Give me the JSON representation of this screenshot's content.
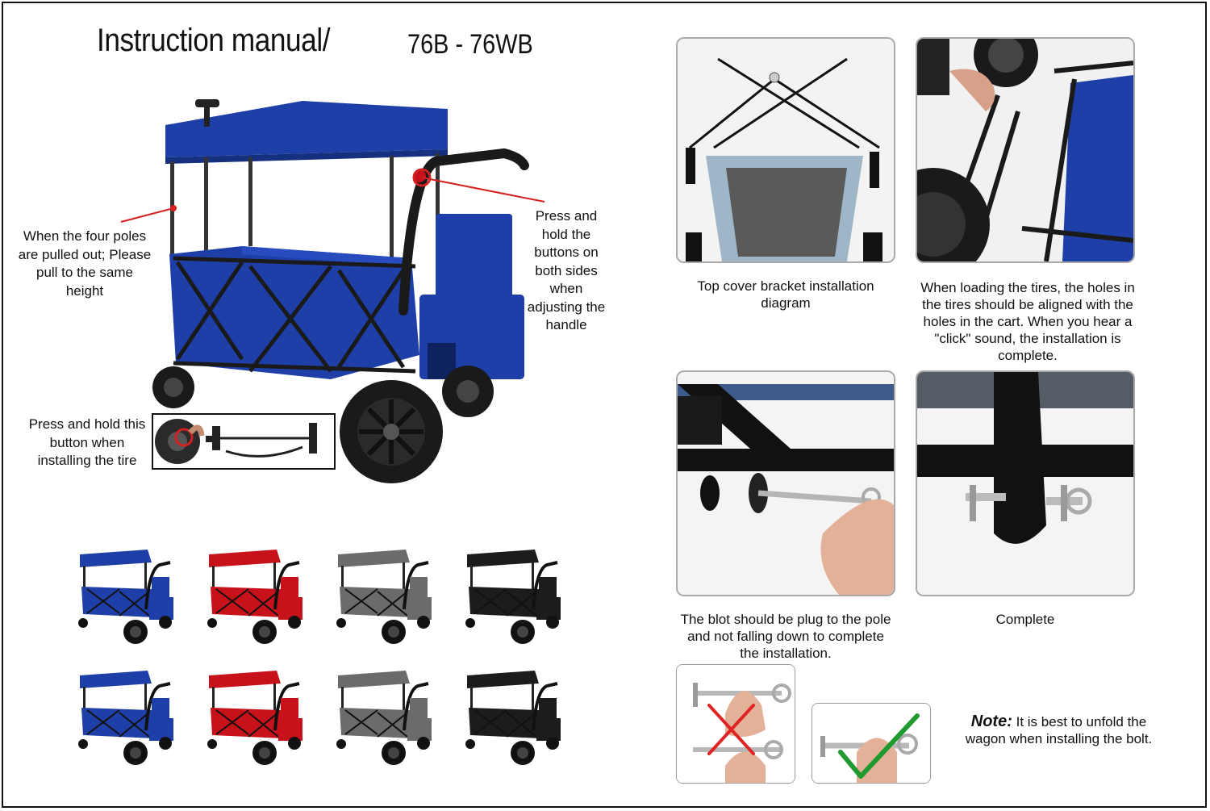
{
  "header": {
    "title": "Instruction manual/",
    "model": "76B - 76WB"
  },
  "callouts": {
    "poles_note": "When the four poles are pulled out; Please pull to the same height",
    "handle_note": "Press and hold the buttons on both sides when adjusting the handle",
    "tire_note": "Press and hold this button when installing the tire"
  },
  "steps": [
    {
      "caption": "Top cover bracket installation diagram"
    },
    {
      "caption": "When loading the tires, the holes in the tires should be aligned with the holes in the cart. When you hear a \"click\" sound, the installation is complete."
    },
    {
      "caption": "The blot should be plug to the pole and not falling down to complete the installation."
    },
    {
      "caption": "Complete"
    }
  ],
  "tip": {
    "label": "Note:",
    "text": "It is best to unfold the wagon when installing the bolt."
  },
  "colors": {
    "blue": "#1f3fa8",
    "red": "#c8121b",
    "gray": "#6b6b6b",
    "black": "#1c1c1c",
    "wrong_mark": "#e02424",
    "right_mark": "#1f9a2e",
    "callout_line": "#d42020"
  },
  "color_variants": [
    "blue",
    "red",
    "gray",
    "black"
  ]
}
